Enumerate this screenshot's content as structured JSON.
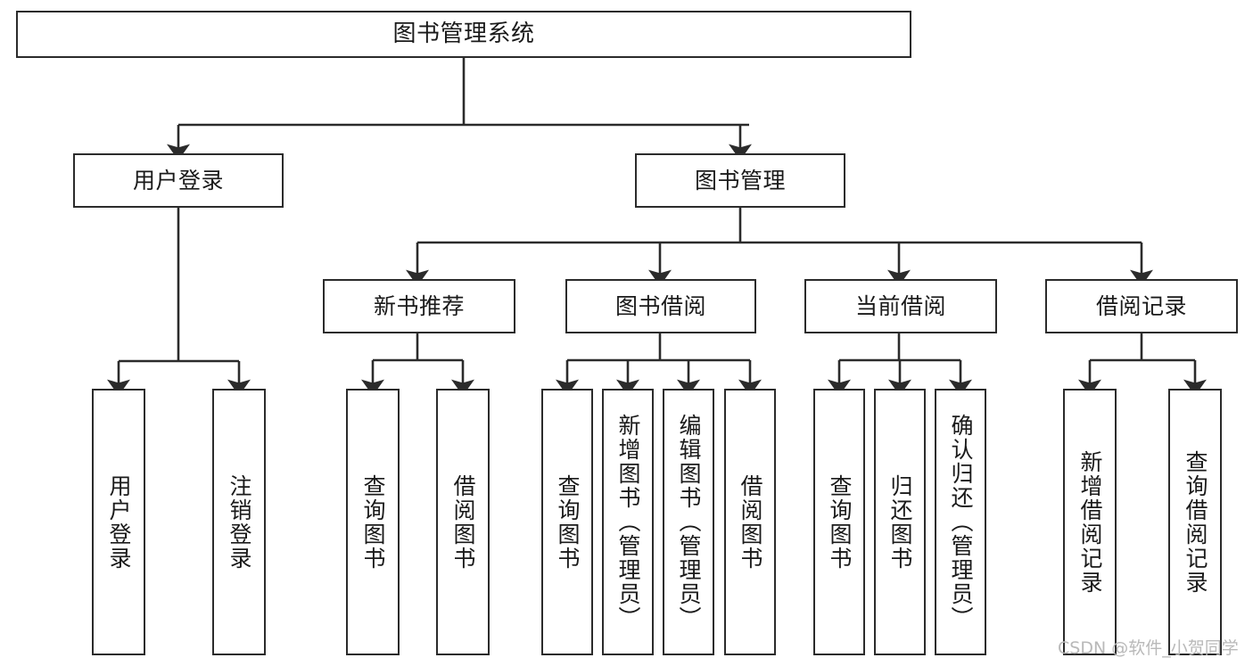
{
  "diagram": {
    "title": "图书管理系统",
    "watermark": "CSDN @软件_小贺同学",
    "line_color": "#2b2b2b",
    "box_fill": "#ffffff",
    "text_color": "#1a1a1a",
    "watermark_color": "#b9b9b9",
    "root": {
      "label": "图书管理系统"
    },
    "level1": [
      {
        "label": "用户登录"
      },
      {
        "label": "图书管理"
      }
    ],
    "level2": [
      {
        "label": "新书推荐"
      },
      {
        "label": "图书借阅"
      },
      {
        "label": "当前借阅"
      },
      {
        "label": "借阅记录"
      }
    ],
    "leaves": {
      "user_login": [
        {
          "label": "用户登录"
        },
        {
          "label": "注销登录"
        }
      ],
      "new_book_recommend": [
        {
          "label": "查询图书"
        },
        {
          "label": "借阅图书"
        }
      ],
      "book_borrow": [
        {
          "label": "查询图书"
        },
        {
          "label": "新增图书（管理员）"
        },
        {
          "label": "编辑图书（管理员）"
        },
        {
          "label": "借阅图书"
        }
      ],
      "current_borrow": [
        {
          "label": "查询图书"
        },
        {
          "label": "归还图书"
        },
        {
          "label": "确认归还（管理员）"
        }
      ],
      "borrow_record": [
        {
          "label": "新增借阅记录"
        },
        {
          "label": "查询借阅记录"
        }
      ]
    }
  },
  "chart_data": {
    "type": "diagram",
    "title": "图书管理系统",
    "structure": "tree",
    "levels": 4,
    "nodes": [
      {
        "id": "root",
        "label": "图书管理系统",
        "level": 0,
        "parent": null,
        "orientation": "horizontal"
      },
      {
        "id": "n1",
        "label": "用户登录",
        "level": 1,
        "parent": "root",
        "orientation": "horizontal"
      },
      {
        "id": "n2",
        "label": "图书管理",
        "level": 1,
        "parent": "root",
        "orientation": "horizontal"
      },
      {
        "id": "n3",
        "label": "新书推荐",
        "level": 2,
        "parent": "n2",
        "orientation": "horizontal"
      },
      {
        "id": "n4",
        "label": "图书借阅",
        "level": 2,
        "parent": "n2",
        "orientation": "horizontal"
      },
      {
        "id": "n5",
        "label": "当前借阅",
        "level": 2,
        "parent": "n2",
        "orientation": "horizontal"
      },
      {
        "id": "n6",
        "label": "借阅记录",
        "level": 2,
        "parent": "n2",
        "orientation": "horizontal"
      },
      {
        "id": "l1",
        "label": "用户登录",
        "level": 3,
        "parent": "n1",
        "orientation": "vertical"
      },
      {
        "id": "l2",
        "label": "注销登录",
        "level": 3,
        "parent": "n1",
        "orientation": "vertical"
      },
      {
        "id": "l3",
        "label": "查询图书",
        "level": 3,
        "parent": "n3",
        "orientation": "vertical"
      },
      {
        "id": "l4",
        "label": "借阅图书",
        "level": 3,
        "parent": "n3",
        "orientation": "vertical"
      },
      {
        "id": "l5",
        "label": "查询图书",
        "level": 3,
        "parent": "n4",
        "orientation": "vertical"
      },
      {
        "id": "l6",
        "label": "新增图书（管理员）",
        "level": 3,
        "parent": "n4",
        "orientation": "vertical"
      },
      {
        "id": "l7",
        "label": "编辑图书（管理员）",
        "level": 3,
        "parent": "n4",
        "orientation": "vertical"
      },
      {
        "id": "l8",
        "label": "借阅图书",
        "level": 3,
        "parent": "n4",
        "orientation": "vertical"
      },
      {
        "id": "l9",
        "label": "查询图书",
        "level": 3,
        "parent": "n5",
        "orientation": "vertical"
      },
      {
        "id": "l10",
        "label": "归还图书",
        "level": 3,
        "parent": "n5",
        "orientation": "vertical"
      },
      {
        "id": "l11",
        "label": "确认归还（管理员）",
        "level": 3,
        "parent": "n5",
        "orientation": "vertical"
      },
      {
        "id": "l12",
        "label": "新增借阅记录",
        "level": 3,
        "parent": "n6",
        "orientation": "vertical"
      },
      {
        "id": "l13",
        "label": "查询借阅记录",
        "level": 3,
        "parent": "n6",
        "orientation": "vertical"
      }
    ]
  }
}
